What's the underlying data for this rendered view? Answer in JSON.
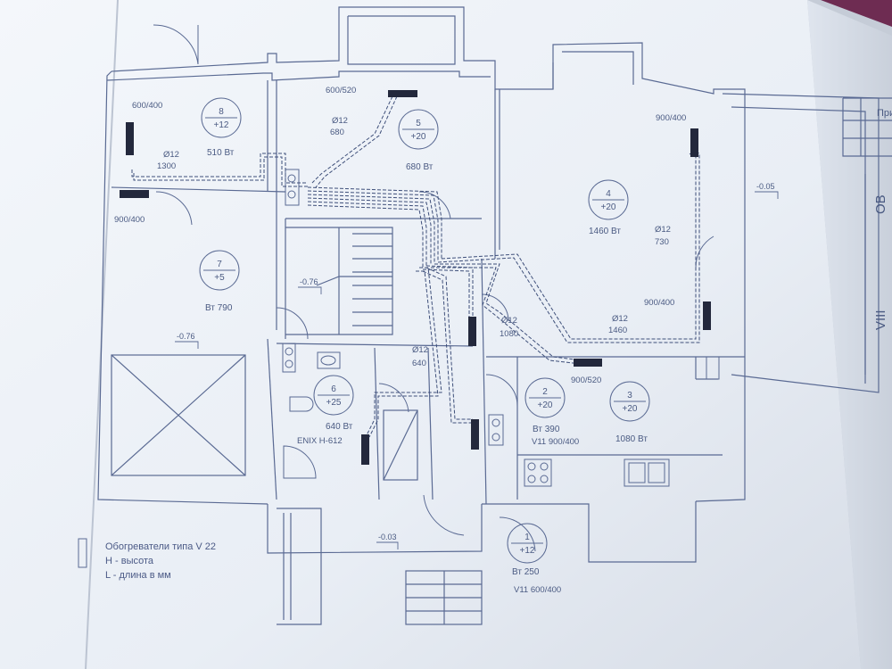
{
  "rooms": [
    {
      "id": "8",
      "temp": "+12",
      "watts": "510 Вт"
    },
    {
      "id": "5",
      "temp": "+20",
      "watts": "680 Вт"
    },
    {
      "id": "4",
      "temp": "+20",
      "watts": "1460 Вт"
    },
    {
      "id": "7",
      "temp": "+5",
      "watts": "Вт 790"
    },
    {
      "id": "6",
      "temp": "+25",
      "watts": "640 Вт"
    },
    {
      "id": "2",
      "temp": "+20",
      "watts": "Вт 390"
    },
    {
      "id": "3",
      "temp": "+20",
      "watts": "1080 Вт"
    },
    {
      "id": "1",
      "temp": "+12",
      "watts": "Вт 250"
    }
  ],
  "heater_sizes": [
    "600/400",
    "600/520",
    "900/400",
    "900/400",
    "900/400",
    "900/520",
    "V11 900/400",
    "V11 600/400"
  ],
  "pipes": [
    {
      "diameter": "Ø12",
      "length": "1300"
    },
    {
      "diameter": "Ø12",
      "length": "680"
    },
    {
      "diameter": "Ø12",
      "length": "730"
    },
    {
      "diameter": "Ø12",
      "length": "1460"
    },
    {
      "diameter": "Ø12",
      "length": "1080"
    },
    {
      "diameter": "Ø12",
      "length": "640"
    }
  ],
  "levels": [
    "-0.76",
    "-0.76",
    "-0.05",
    "-0.03"
  ],
  "fixture_label": "ENIX H-612",
  "legend": {
    "line1": "Обогреватели  типа V 22",
    "line2": "H - высота",
    "line3": "L - длина в мм"
  },
  "title_block": {
    "prefix": "При",
    "code": "ОВ",
    "sheet": "VIII"
  }
}
